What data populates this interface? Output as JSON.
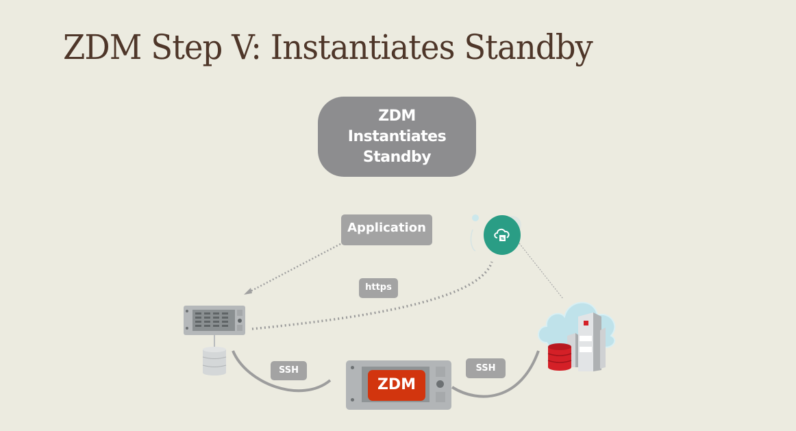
{
  "slide": {
    "title": "ZDM Step V: Instantiates Standby",
    "step_box": {
      "line1": "ZDM",
      "line2": "Instantiates",
      "line3": "Standby"
    },
    "labels": {
      "application": "Application",
      "https": "https",
      "ssh_left": "SSH",
      "ssh_right": "SSH",
      "zdm": "ZDM"
    },
    "colors": {
      "background": "#ecebe0",
      "title": "#4e3629",
      "step_box": "#8d8d8f",
      "label": "#a3a3a3",
      "teal": "#2a9d85",
      "zdm_red": "#d2350e",
      "db_red": "#d42027"
    }
  }
}
